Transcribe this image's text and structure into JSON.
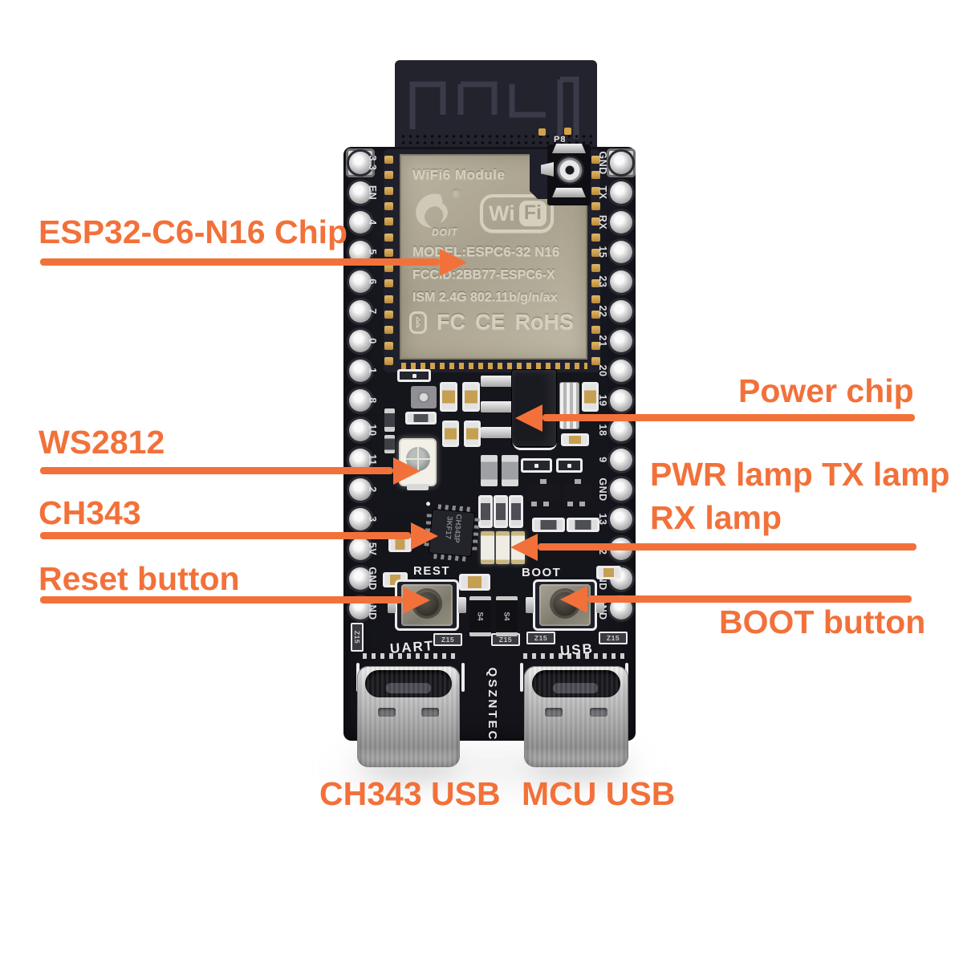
{
  "colors": {
    "accent": "#F2713A",
    "pcb": "#16161D",
    "module_shield": "#AFA894",
    "silkscreen": "#ECECEE",
    "gold_pad": "#D2A24B"
  },
  "annotations": {
    "esp_chip": "ESP32-C6-N16 Chip",
    "power_chip": "Power chip",
    "ws2812": "WS2812",
    "lamps_line1": "PWR lamp TX lamp",
    "lamps_line2": "RX lamp",
    "ch343": "CH343",
    "reset_button": "Reset button",
    "boot_button": "BOOT button",
    "usb_left": "CH343 USB",
    "usb_right": "MCU USB"
  },
  "module": {
    "title": "WiFi6 Module",
    "brand": "DOIT",
    "reg_mark": "®",
    "wifi_logo_wi": "Wi",
    "wifi_logo_fi": "Fi",
    "model": "MODEL:ESPC6-32 N16",
    "fccid": "FCCID:2BB77-ESPC6-X",
    "ism": "ISM 2.4G 802.11b/g/n/ax",
    "cert_bluetooth": "ᛒ",
    "cert_fcc": "FC",
    "cert_ce": "CE",
    "cert_rohs": "RoHS",
    "ipex_label": "P8"
  },
  "board": {
    "pins_left": [
      "3.3",
      "EN",
      "4",
      "5",
      "6",
      "7",
      "0",
      "1",
      "8",
      "10",
      "11",
      "2",
      "3",
      "5V",
      "GND",
      "GND"
    ],
    "pins_right": [
      "GND",
      "TX",
      "RX",
      "15",
      "23",
      "22",
      "21",
      "20",
      "19",
      "18",
      "9",
      "GND",
      "13",
      "12",
      "GND",
      "GND"
    ],
    "silkscreen": {
      "reset": "REST",
      "boot": "BOOT",
      "uart": "UART",
      "usb": "USB",
      "brand": "QSZNTEC"
    },
    "markings": {
      "ch343_line1": "CH343P",
      "ch343_line2": "3KF17",
      "diode": "S4",
      "resistor": "Z15"
    }
  }
}
